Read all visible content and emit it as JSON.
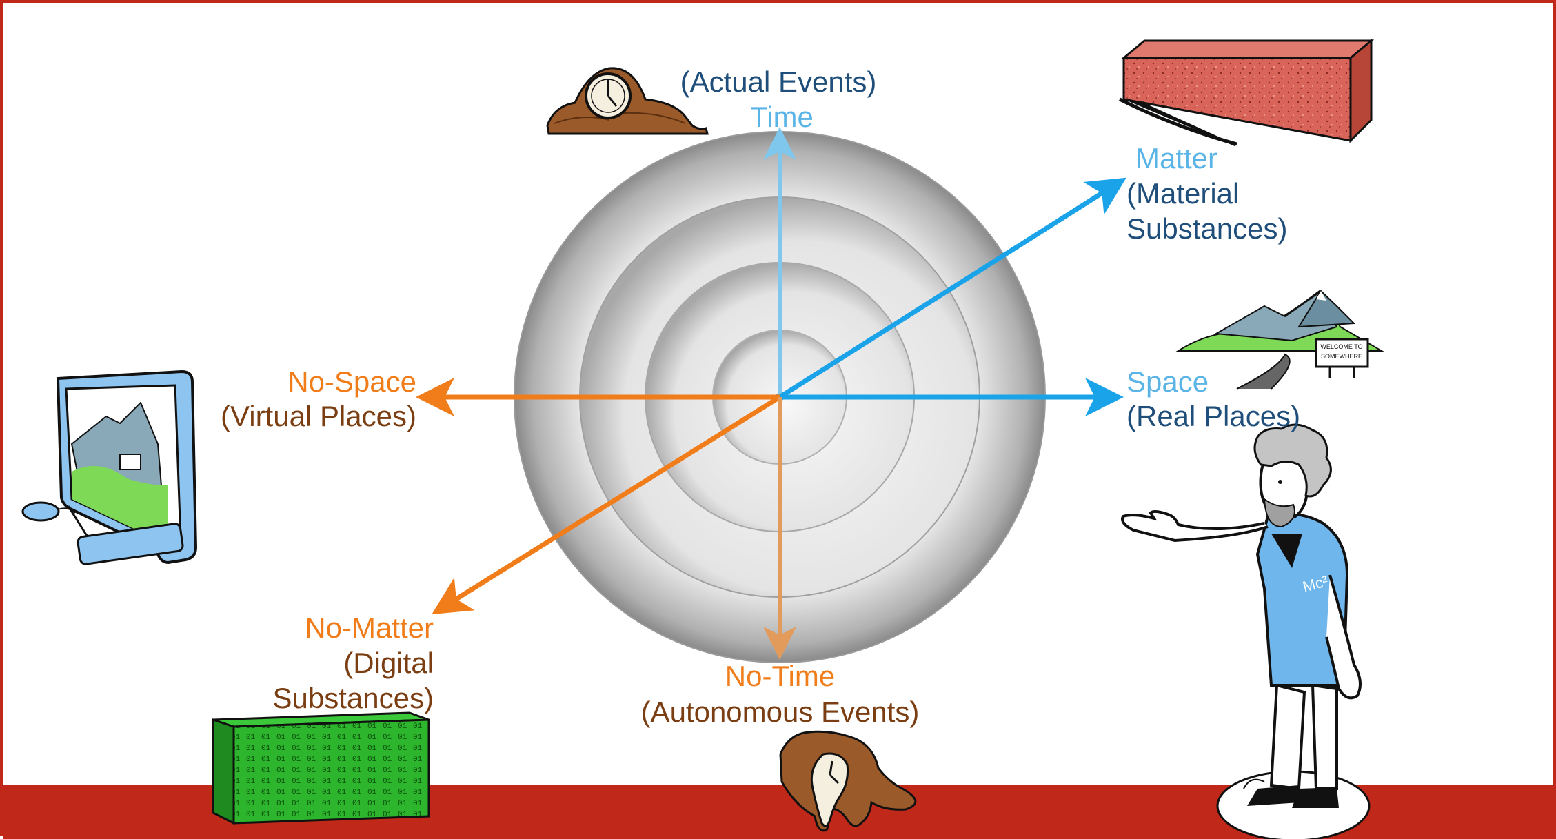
{
  "axes": {
    "time": {
      "primary": "Time",
      "secondary": "(Actual Events)"
    },
    "matter": {
      "primary": "Matter",
      "secondary": "(Material",
      "secondary2": "Substances)"
    },
    "space": {
      "primary": "Space",
      "secondary": "(Real Places)"
    },
    "no_space": {
      "primary": "No-Space",
      "secondary": "(Virtual Places)"
    },
    "no_matter": {
      "primary": "No-Matter",
      "secondary": "(Digital",
      "secondary2": "Substances)"
    },
    "no_time": {
      "primary": "No-Time",
      "secondary": "(Autonomous Events)"
    }
  },
  "sign_text": "WELCOME TO SOMEWHERE",
  "shirt_text": "Mc²",
  "colors": {
    "frame": "#c0281a",
    "real_primary": "#5ab4e6",
    "real_secondary": "#1f4e7a",
    "real_arrow": "#1aa3e8",
    "virtual_primary": "#f07d1a",
    "virtual_secondary": "#7a3e12",
    "virtual_arrow": "#f07d1a"
  },
  "icons": [
    "mantel-clock-icon",
    "brick-icon",
    "landscape-sign-icon",
    "computer-monitor-icon",
    "binary-block-icon",
    "melting-clock-icon",
    "presenter-figure-icon"
  ]
}
